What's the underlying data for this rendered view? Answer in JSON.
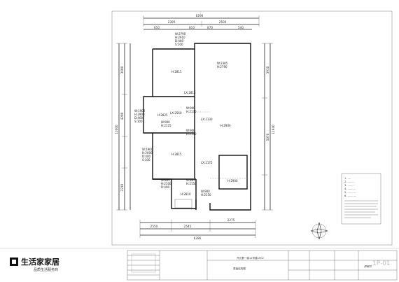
{
  "plan": {
    "top_dims": {
      "total": "6296",
      "seg1": "2395",
      "seg2": "2500"
    },
    "bottom_dims": {
      "total": "6286",
      "seg1": "2550",
      "seg2": "2545",
      "seg3": "2275"
    },
    "left_dims": {
      "total": "12000",
      "a": "3600",
      "b": "4200",
      "c": "2210"
    },
    "right_dims": {
      "total": "11940",
      "a": "3910",
      "b": "5070"
    },
    "rooms": [
      {
        "h": "H:2815"
      },
      {
        "h": "H:2825"
      },
      {
        "h": "H:2815"
      },
      {
        "h": "H:2900"
      },
      {
        "h": "H:2900"
      },
      {
        "h": "H:2810"
      }
    ],
    "lx_labels": [
      "LX:2815",
      "LX:2560",
      "LX:2130",
      "LX:2175"
    ],
    "windows": [
      [
        "W:2790",
        "H:2910",
        "D:460",
        "S:100"
      ],
      [
        "W:2385",
        "H:2790"
      ],
      [
        "W:1900",
        "H:2900",
        "D:400",
        "S:100"
      ],
      [
        "W:1900",
        "H:2000",
        "D:400",
        "S:100"
      ]
    ],
    "doors": [
      [
        "W:900",
        "H:2130"
      ],
      [
        "W:900",
        "H:2125"
      ],
      [
        "W:900",
        "H:2130"
      ],
      [
        "W:865",
        "H:2100",
        "D:400"
      ],
      [
        "W:865",
        "H:2150"
      ],
      [
        "W:900",
        "H:2150"
      ]
    ]
  },
  "legend": {
    "lines": [
      "1. ....",
      "2. ........",
      "3. ........",
      "4. ..........",
      "5. ..........",
      "6. ..........."
    ]
  },
  "logo": {
    "name": "生活家家居",
    "tagline": "品质生活服务商"
  },
  "title_block": {
    "project": "开元第一城11号楼1902",
    "drawing_name": "原始结构图",
    "sheet_no": "1P-01",
    "signature": "邵家凯"
  }
}
